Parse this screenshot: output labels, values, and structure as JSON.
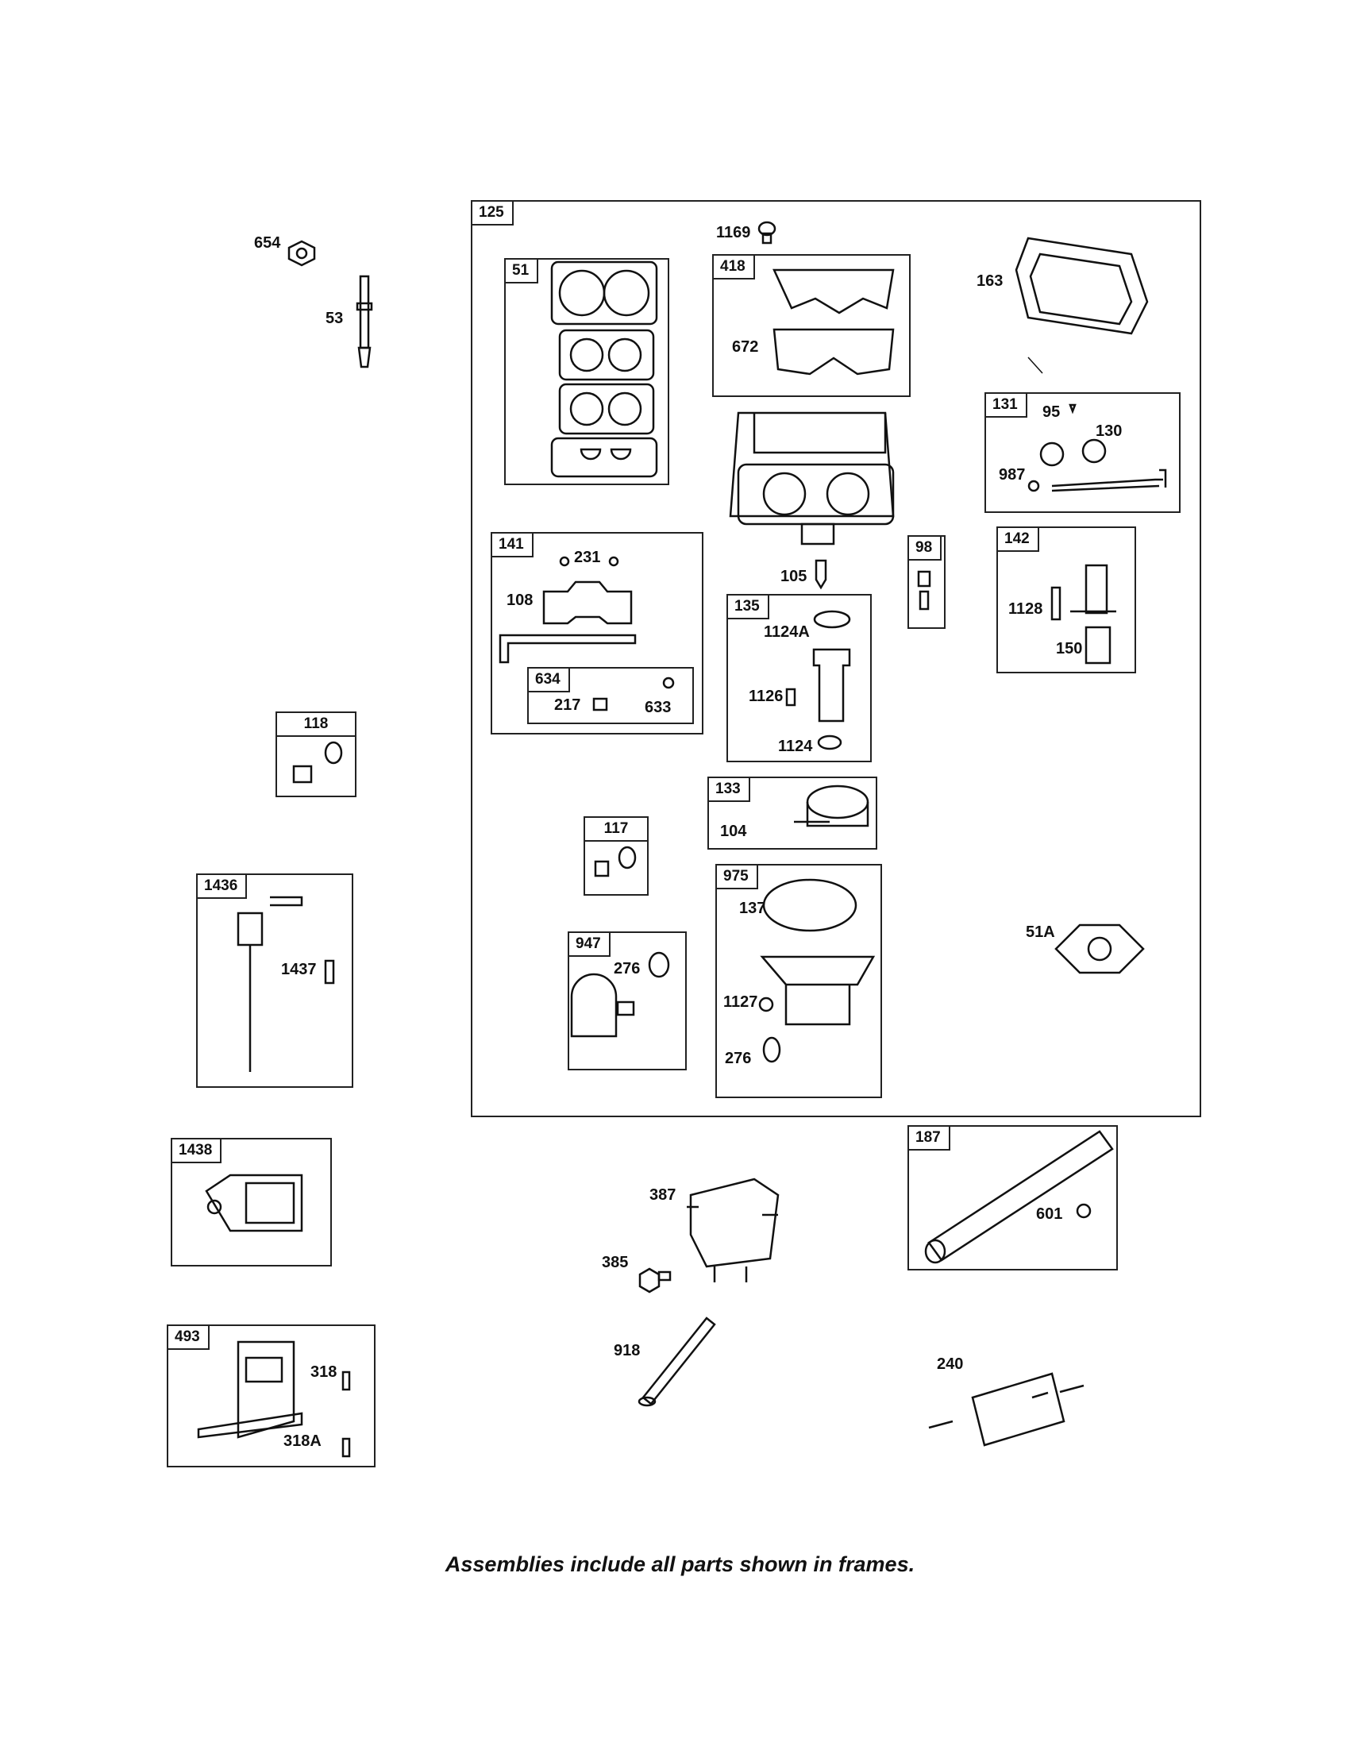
{
  "frames": {
    "f125": "125",
    "f51": "51",
    "f418": "418",
    "f131": "131",
    "f141": "141",
    "f634": "634",
    "f98": "98",
    "f142": "142",
    "f135": "135",
    "f133": "133",
    "f117": "117",
    "f975": "975",
    "f947": "947",
    "f118": "118",
    "f1436": "1436",
    "f1438": "1438",
    "f493": "493",
    "f187": "187"
  },
  "labels": {
    "l654": "654",
    "l53": "53",
    "l1169": "1169",
    "l163": "163",
    "l672": "672",
    "l95": "95",
    "l130": "130",
    "l987": "987",
    "l231": "231",
    "l108": "108",
    "l217": "217",
    "l633": "633",
    "l105": "105",
    "l1128": "1128",
    "l150": "150",
    "l1124A": "1124A",
    "l1126": "1126",
    "l1124": "1124",
    "l104": "104",
    "l137": "137",
    "l1127": "1127",
    "l276a": "276",
    "l276b": "276",
    "l51A": "51A",
    "l1437": "1437",
    "l387": "387",
    "l385": "385",
    "l601": "601",
    "l918": "918",
    "l240": "240",
    "l318": "318",
    "l318A": "318A"
  },
  "footer": "Assemblies include all parts shown in frames."
}
